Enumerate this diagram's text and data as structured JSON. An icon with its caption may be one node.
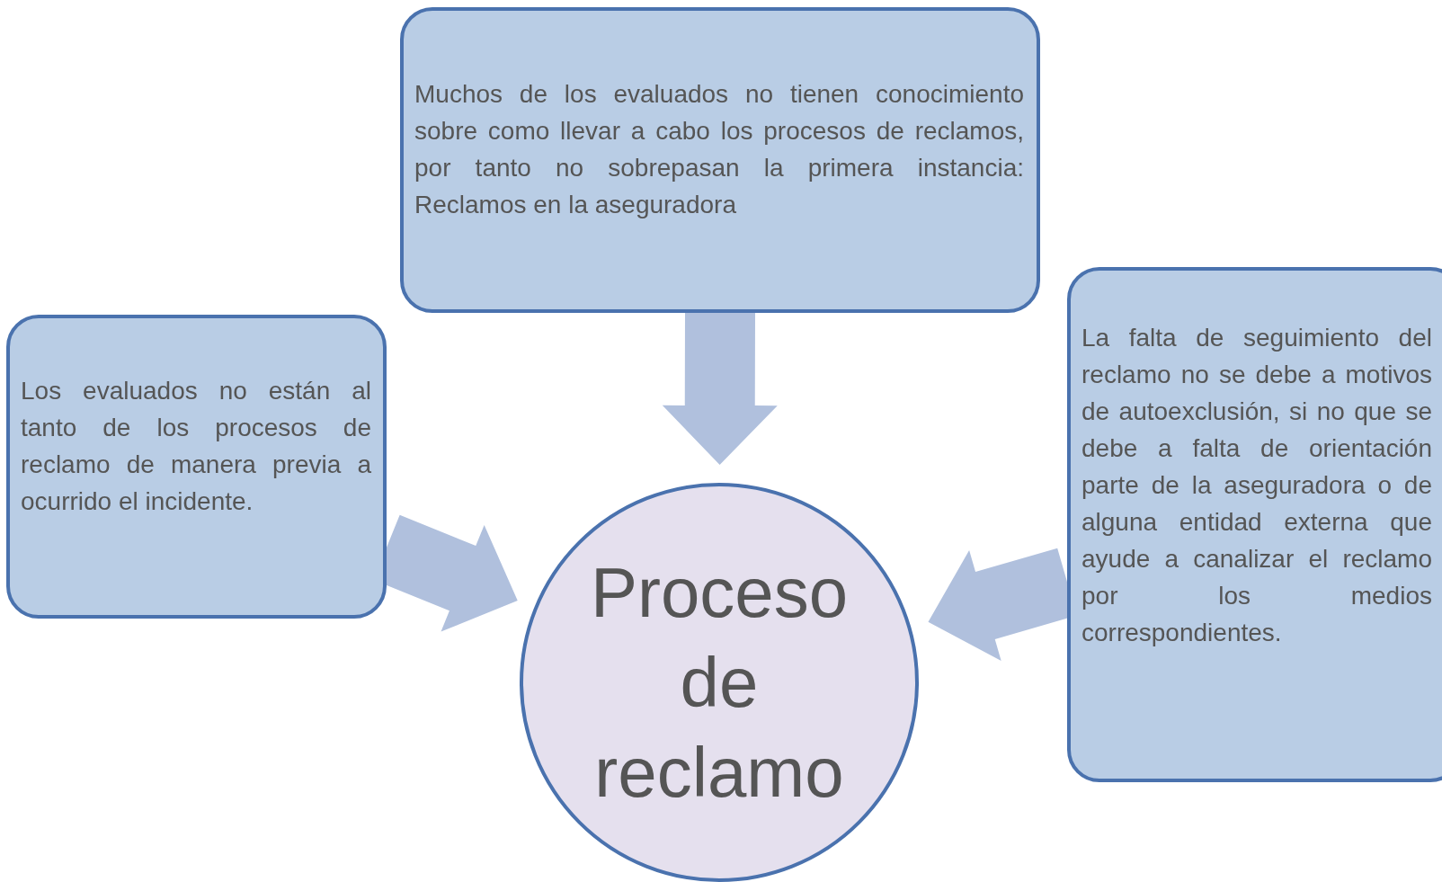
{
  "diagram": {
    "nodes": [
      {
        "text": [
          "Muchos de los evaluados no tienen conocimiento sobre como llevar a cabo los procesos de reclamos, por tanto no sobrepasan la primera instancia: Reclamos en la aseguradora"
        ]
      },
      {
        "text": [
          "Los evaluados no están al tanto de los procesos de reclamo de manera previa a ocurrido el incidente."
        ]
      },
      {
        "text": [
          "La falta de seguimiento del reclamo no se debe a motivos de autoexclusión, si no que se debe a falta de orientación parte de la aseguradora o de alguna entidad externa que ayude a canalizar el reclamo por los medios correspondientes."
        ]
      },
      {
        "text": [
          "Proceso de reclamo"
        ]
      }
    ],
    "edges": [
      {
        "from": 0,
        "to": 3,
        "arrow": "to"
      },
      {
        "from": 1,
        "to": 3,
        "arrow": "to"
      },
      {
        "from": 2,
        "to": 3,
        "arrow": "to"
      }
    ]
  }
}
